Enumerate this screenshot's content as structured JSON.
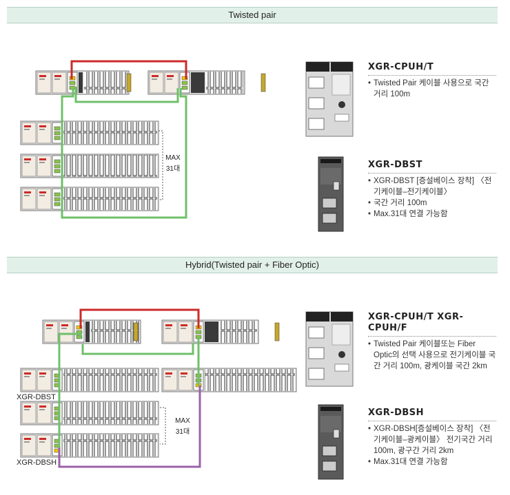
{
  "sections": [
    {
      "title": "Twisted pair"
    },
    {
      "title": "Hybrid(Twisted pair + Fiber Optic)"
    }
  ],
  "twisted": {
    "max_label": "MAX",
    "max_count": "31대",
    "cpu_module": {
      "title": "XGR-CPUH/T",
      "bullets": [
        "Twisted Pair 케이블 사용으로 국간 거리 100m"
      ]
    },
    "ext_module": {
      "title": "XGR-DBST",
      "bullets": [
        "XGR-DBST [증설베이스 장착] 〈전기케이블–전기케이블〉",
        "국간 거리 100m",
        "Max.31대 연결 가능함"
      ]
    }
  },
  "hybrid": {
    "max_label": "MAX",
    "max_count": "31대",
    "label_dbst": "XGR-DBST",
    "label_dbsh": "XGR-DBSH",
    "cpu_module": {
      "title": "XGR-CPUH/T XGR-CPUH/F",
      "bullets": [
        "Twisted Pair 케이블또는 Fiber Optic의 선택 사용으로 전기케이블 국간 거리 100m, 광케이블 국간 2km"
      ]
    },
    "ext_module": {
      "title": "XGR-DBSH",
      "bullets": [
        "XGR-DBSH[증설베이스 장착] 〈전기케이블–광케이블〉 전기국간 거리 100m, 광구간 거리 2km",
        "Max.31대 연결 가능함"
      ]
    }
  },
  "colors": {
    "red_cable": "#cc2a2a",
    "green_cable": "#6fc06a",
    "purple_cable": "#9a62a8",
    "section_bg": "#e2f0ea"
  }
}
